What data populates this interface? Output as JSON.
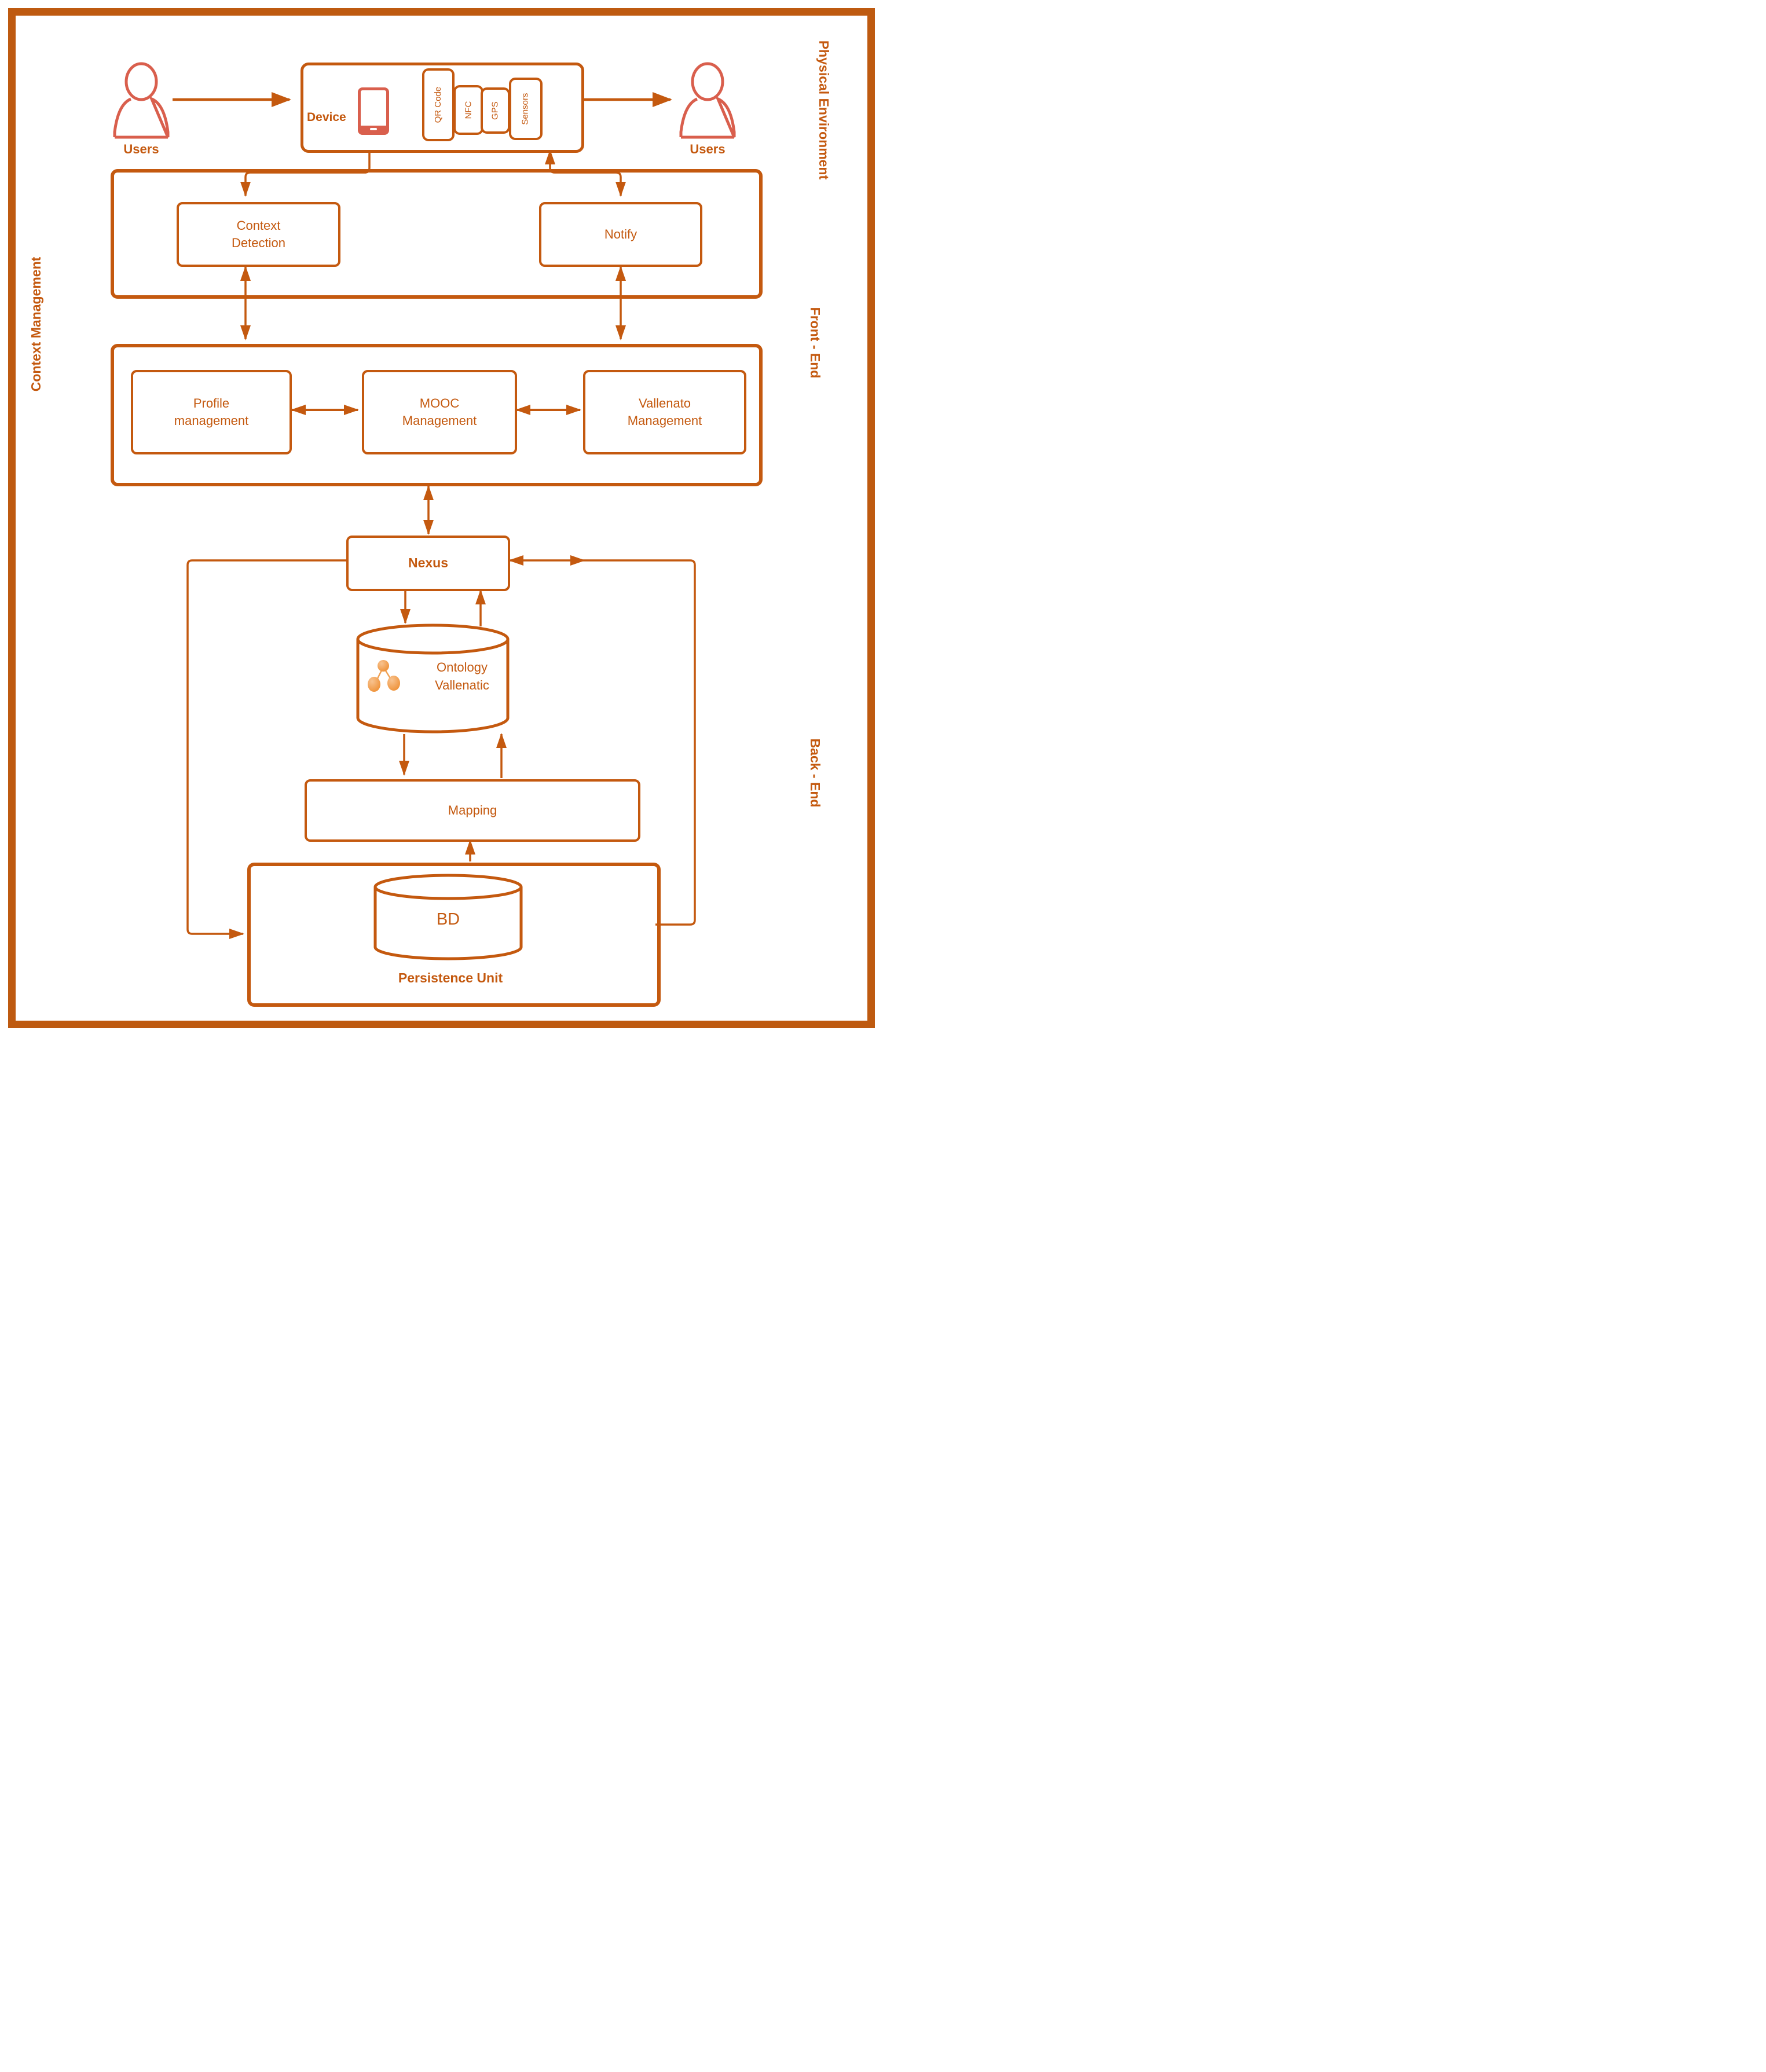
{
  "colors": {
    "primary": "#C4590F",
    "frame": "#BE5A10",
    "person_red": "#D95F4D",
    "ontology_icon_light": "#F8C390",
    "ontology_icon_dark": "#EE8F33"
  },
  "section_labels": {
    "physical_environment": "Physical Environment",
    "context_management": "Context Management",
    "front_end": "Front - End",
    "back_end": "Back - End"
  },
  "physical_environment": {
    "users_left": "Users",
    "users_right": "Users",
    "device": {
      "label": "Device",
      "chips": [
        {
          "label": "QR Code"
        },
        {
          "label": "NFC"
        },
        {
          "label": "GPS"
        },
        {
          "label": "Sensors"
        }
      ]
    }
  },
  "front_end": {
    "context_detection": "Context Detection",
    "notify": "Notify",
    "profile_management": "Profile management",
    "mooc_management": "MOOC Management",
    "vallenato_management": "Vallenato Management"
  },
  "back_end": {
    "nexus": "Nexus",
    "ontology": "Ontology Vallenatic",
    "mapping": "Mapping",
    "bd": "BD",
    "persistence_unit": "Persistence Unit"
  }
}
